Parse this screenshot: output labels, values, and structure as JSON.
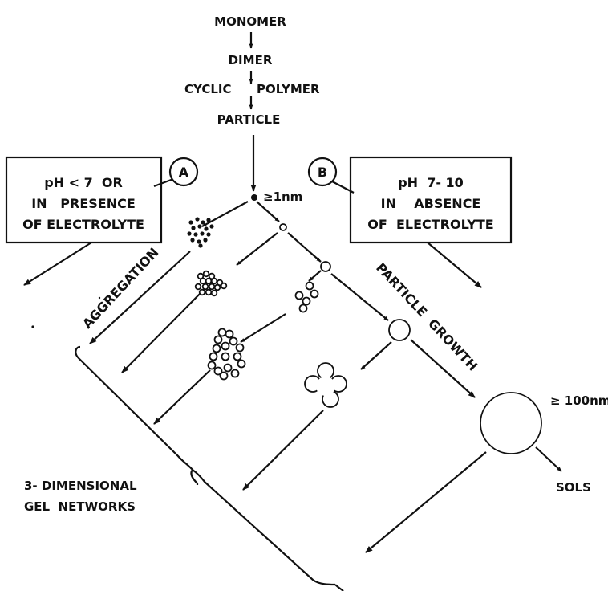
{
  "sequence": {
    "monomer": "MONOMER",
    "dimer": "DIMER",
    "cyclic_polymer_1": "CYCLIC",
    "cyclic_polymer_2": "POLYMER",
    "particle": "PARTICLE"
  },
  "condition_a": {
    "marker": "A",
    "line1": "pH < 7  OR",
    "line2": "IN   PRESENCE",
    "line3": "OF ELECTROLYTE"
  },
  "condition_b": {
    "marker": "B",
    "line1": "pH  7- 10",
    "line2": "IN    ABSENCE",
    "line3": "OF  ELECTROLYTE"
  },
  "sizes": {
    "small": "≥1nm",
    "large": "≥ 100nm"
  },
  "processes": {
    "aggregation": "AGGREGATION",
    "growth": "PARTICLE  GROWTH"
  },
  "outcomes": {
    "gel_line1": "3- DIMENSIONAL",
    "gel_line2": "GEL  NETWORKS",
    "sols": "SOLS"
  }
}
